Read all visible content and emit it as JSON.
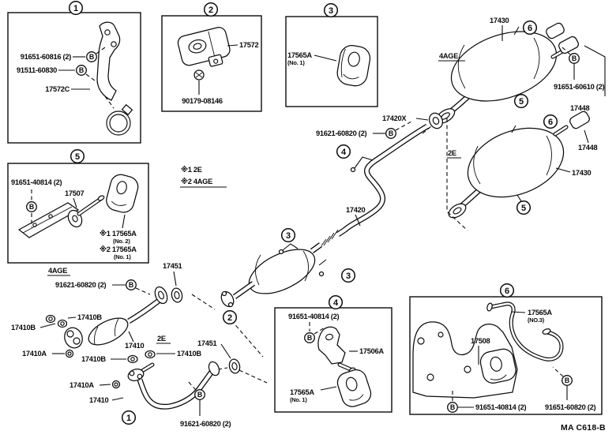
{
  "doc": {
    "code": "MA C618-B"
  },
  "symbols": {
    "bolt": "B"
  },
  "callouts": {
    "n1": "1",
    "n2": "2",
    "n3": "3",
    "n4": "4",
    "n5": "5",
    "n6": "6"
  },
  "legend": {
    "note1": "※1 2E",
    "note2": "※2 4AGE"
  },
  "inset_boxes": {
    "box1": {
      "bolt_a": "91651-60816 (2)",
      "bolt_b": "91511-60830",
      "bracket": "17572C"
    },
    "box2": {
      "support": "17572",
      "nut": "90179-08146"
    },
    "box3": {
      "hanger": "17565A",
      "hanger_note": "(No. 1)"
    },
    "box4": {
      "bolt": "91651-40814 (2)",
      "bracket": "17506A",
      "hanger": "17565A",
      "hanger_note": "(No. 1)"
    },
    "box5": {
      "bolt": "91651-40814 (2)",
      "pin": "17507",
      "hanger1": "※1 17565A",
      "hanger1_note": "(No. 2)",
      "hanger2": "※2 17565A",
      "hanger2_note": "(No. 1)"
    },
    "box6": {
      "rod": "17565A",
      "rod_note": "(NO.3)",
      "support": "17508",
      "bolt_a": "91651-40814 (2)",
      "bolt_b": "91651-60820 (2)"
    }
  },
  "rear_4age": {
    "engine": "4AGE",
    "muffler": "17430",
    "tailpipe": "17448",
    "bolt": "91651-60610 (2)"
  },
  "rear_2e": {
    "engine": "2E",
    "muffler": "17430",
    "tailpipe": "17448"
  },
  "center": {
    "pipe": "17420",
    "gasket_front": "17420X",
    "bolt": "91621-60820 (2)",
    "gasket_a": "17451",
    "gasket_b": "17451"
  },
  "front_4age": {
    "engine": "4AGE",
    "bolt": "91621-60820 (2)",
    "gasket_b1": "17410B",
    "gasket_b2": "17410B",
    "nut": "17410A",
    "pipe": "17410"
  },
  "front_2e": {
    "engine": "2E",
    "gasket_b1": "17410B",
    "gasket_b2": "17410B",
    "nut": "17410A",
    "pipe": "17410",
    "bolt": "91621-60820 (2)"
  }
}
